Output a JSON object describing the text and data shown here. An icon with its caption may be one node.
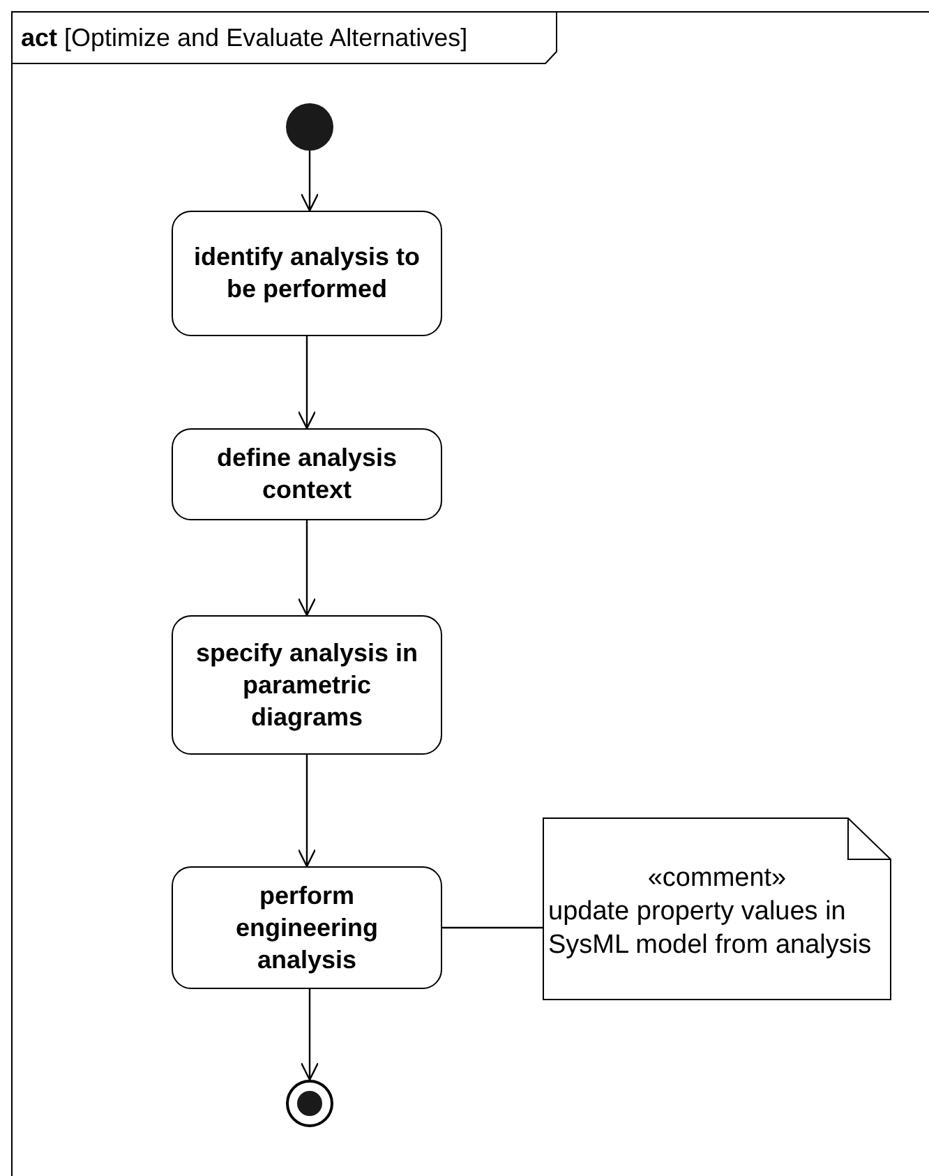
{
  "diagram": {
    "nodes": [
      {
        "text": [
          "**act** [Optimize and Evaluate Alternatives]"
        ]
      },
      {
        "text": [],
        "shape": "circle",
        "in": 0
      },
      {
        "text": [
          "identify analysis to be performed"
        ],
        "in": 0
      },
      {
        "text": [
          "define analysis context"
        ],
        "in": 0
      },
      {
        "text": [
          "specify analysis in parametric diagrams"
        ],
        "in": 0
      },
      {
        "text": [
          "perform engineering analysis"
        ],
        "in": 0
      },
      {
        "text": [
          "«comment»",
          "update property values in SysML model from analysis"
        ],
        "in": 0
      },
      {
        "text": [],
        "shape": "circle",
        "in": 0
      }
    ],
    "edges": [
      {
        "from": 1,
        "to": 2,
        "arrow": "to"
      },
      {
        "from": 2,
        "to": 3,
        "arrow": "to"
      },
      {
        "from": 3,
        "to": 4,
        "arrow": "to"
      },
      {
        "from": 4,
        "to": 5,
        "arrow": "to"
      },
      {
        "from": 5,
        "to": 7,
        "arrow": "to"
      },
      {
        "from": 5,
        "to": 6,
        "arrow": "none"
      }
    ]
  }
}
